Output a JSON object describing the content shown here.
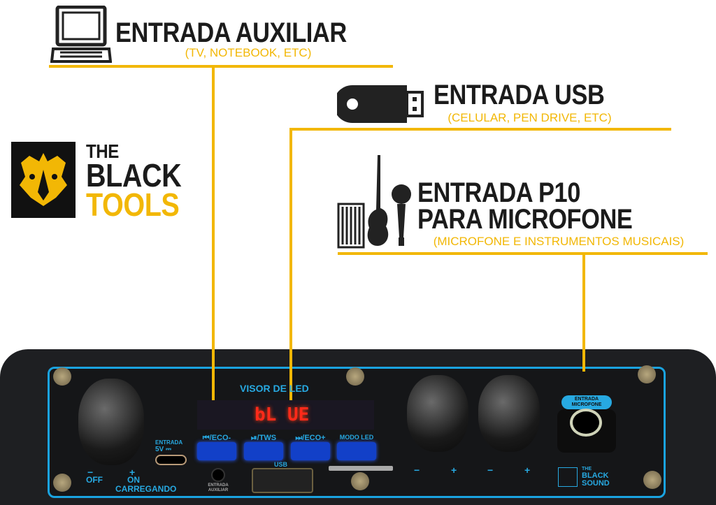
{
  "colors": {
    "accent": "#f2b705",
    "panel_blue": "#1aa3e0",
    "led_red": "#ff2a1a"
  },
  "brand": {
    "line1": "THE",
    "line2": "BLACK",
    "line3": "TOOLS",
    "icon": "rhino-logo-icon"
  },
  "callouts": [
    {
      "title": "ENTRADA AUXILIAR",
      "subtitle": "(TV, NOTEBOOK, ETC)",
      "icon": "laptop-icon"
    },
    {
      "title": "ENTRADA USB",
      "subtitle": "(CELULAR, PEN DRIVE, ETC)",
      "icon": "usb-drive-icon"
    },
    {
      "title_line1": "ENTRADA P10",
      "title_line2": "PARA MICROFONE",
      "subtitle": "(MICROFONE E INSTRUMENTOS MUSICAIS)",
      "icon": "music-instruments-icon"
    }
  ],
  "device": {
    "visor_label": "VISOR DE LED",
    "display_text": "bL UE",
    "buttons": [
      "⏮/ECO-",
      "⏯/TWS",
      "⏭/ECO+",
      "MODO LED"
    ],
    "power": {
      "minus": "−",
      "off": "OFF",
      "plus": "+",
      "on": "ON",
      "charging": "CARREGANDO"
    },
    "usbc": {
      "line1": "ENTRADA",
      "line2": "5V ⎓"
    },
    "aux": {
      "line1": "ENTRADA",
      "line2": "AUXILIAR"
    },
    "usb": "USB",
    "knob_minus": "−",
    "knob_plus": "+",
    "mic_label_1": "ENTRADA",
    "mic_label_2": "MICROFONE",
    "brand": {
      "line1": "THE",
      "line2": "BLACK",
      "line3": "SOUND"
    }
  }
}
